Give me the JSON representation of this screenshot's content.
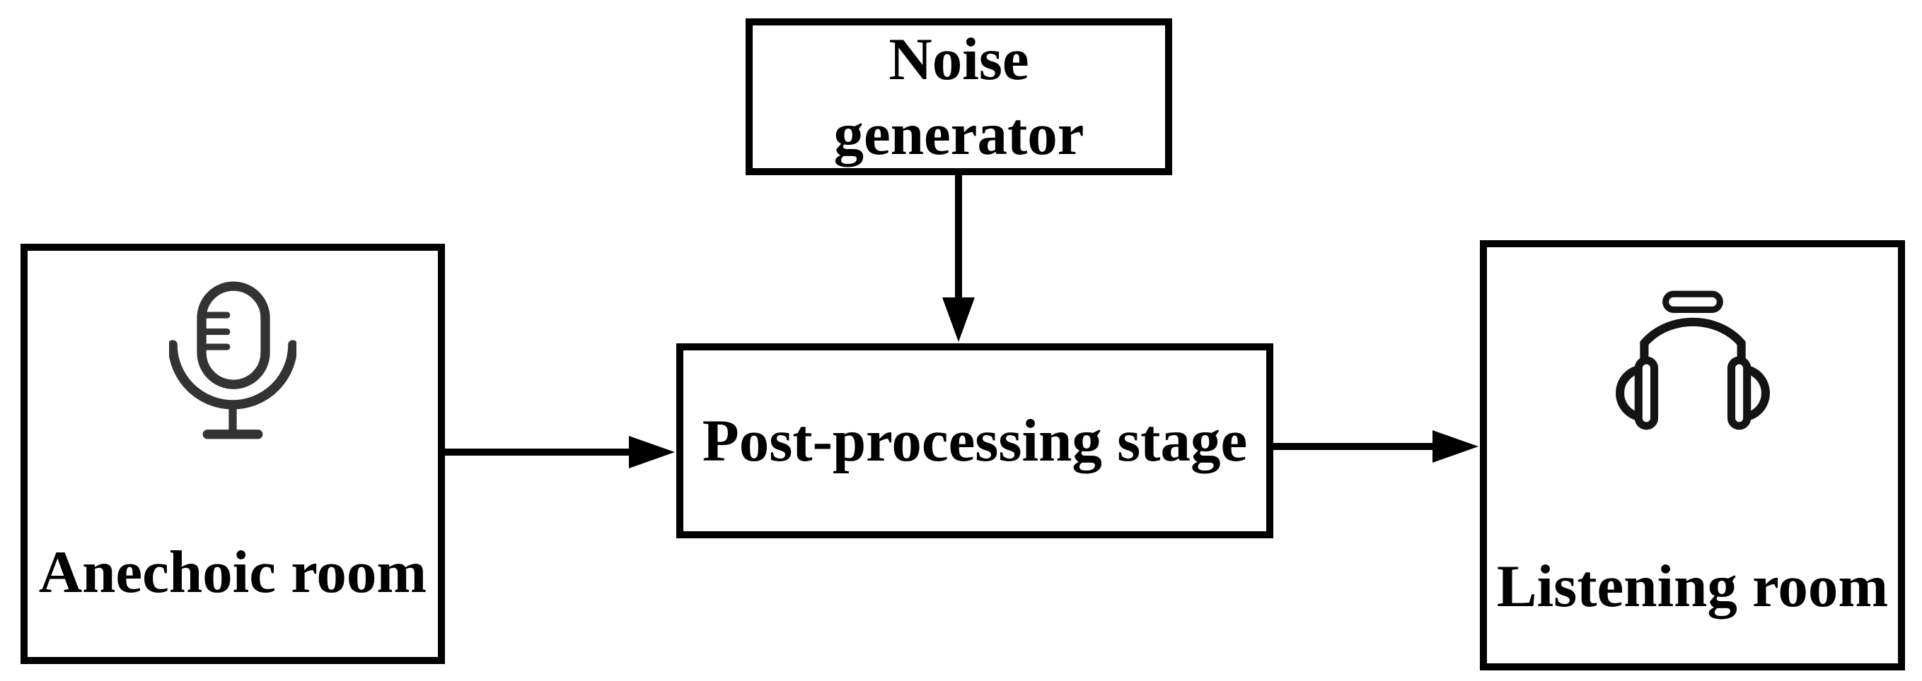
{
  "figure": {
    "background_color": "#ffffff",
    "line_color": "#000000",
    "mic_icon_color": "#333333",
    "headphones_icon_color": "#141414"
  },
  "boxes": {
    "noise_generator": {
      "lines": [
        "Noise",
        "generator"
      ]
    },
    "anechoic_room": {
      "label": "Anechoic room",
      "icon": "microphone-icon"
    },
    "post_processing_stage": {
      "label": "Post-processing stage"
    },
    "listening_room": {
      "label": "Listening room",
      "icon": "headphones-icon"
    }
  },
  "connections": [
    {
      "from": "anechoic_room",
      "to": "post_processing_stage"
    },
    {
      "from": "noise_generator",
      "to": "post_processing_stage"
    },
    {
      "from": "post_processing_stage",
      "to": "listening_room"
    }
  ]
}
